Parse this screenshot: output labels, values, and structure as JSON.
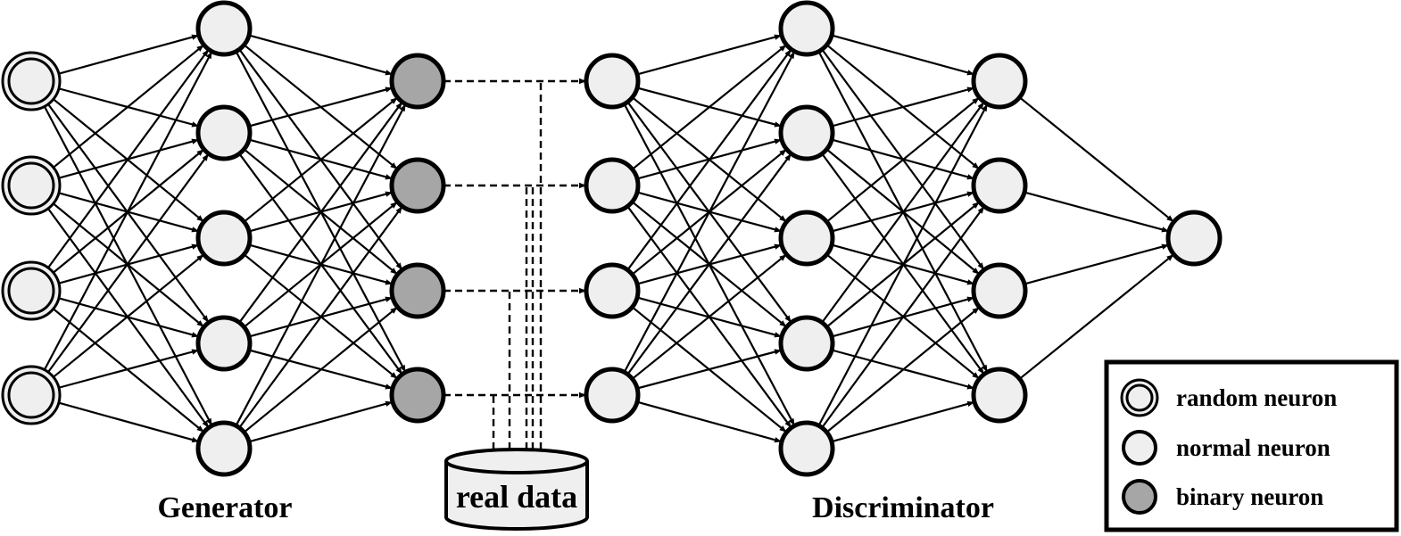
{
  "labels": {
    "generator": "Generator",
    "discriminator": "Discriminator",
    "real_data": "real data"
  },
  "legend": {
    "random": "random neuron",
    "normal": "normal neuron",
    "binary": "binary neuron"
  },
  "colors": {
    "normal_fill": "#efefef",
    "binary_fill": "#a6a6a6",
    "stroke": "#000000"
  },
  "generator": {
    "input_neurons": 4,
    "hidden_neurons": 5,
    "binary_output_neurons": 4
  },
  "discriminator": {
    "input_neurons": 4,
    "hidden1_neurons": 5,
    "hidden2_neurons": 4,
    "output_neurons": 1
  }
}
